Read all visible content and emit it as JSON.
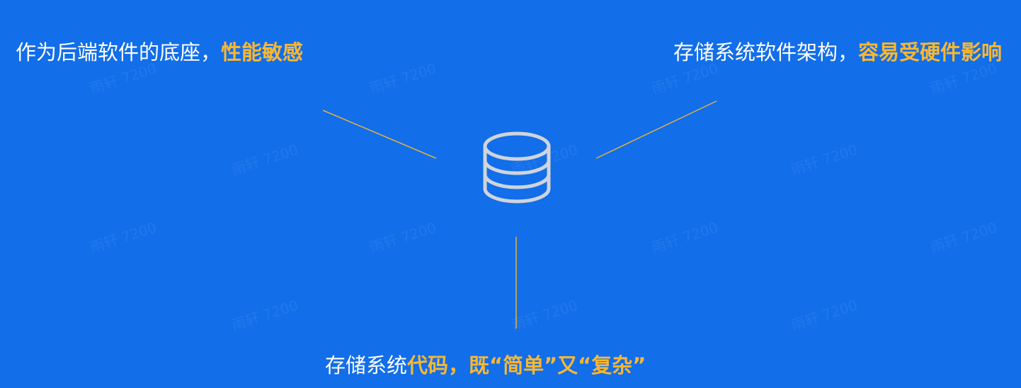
{
  "captions": {
    "left": {
      "plain": "作为后端软件的底座，",
      "highlight": "性能敏感"
    },
    "right": {
      "plain": "存储系统软件架构，",
      "highlight": "容易受硬件影响"
    },
    "bottom": {
      "plain": "存储系统",
      "highlight": "代码，既“简单”又“复杂”"
    }
  },
  "watermark": {
    "text": "雨轩 7200"
  },
  "center_icon": {
    "name": "database-icon"
  },
  "colors": {
    "background": "#126ee9",
    "text": "#ffffff",
    "highlight": "#f8b733",
    "connector": "#e3b23c",
    "icon_stroke": "#d0d4dc"
  }
}
